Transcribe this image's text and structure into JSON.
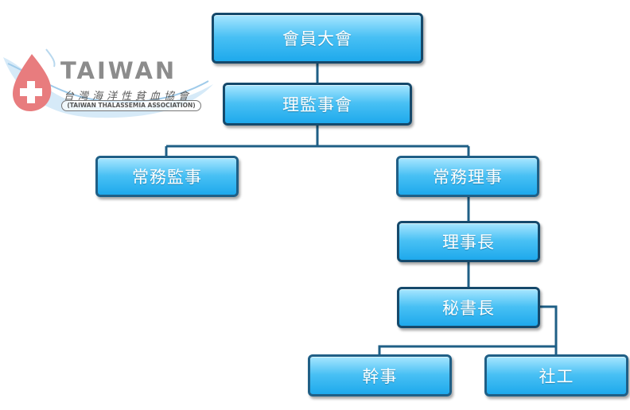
{
  "logo": {
    "title": "TAIWAN",
    "chinese_name": "台灣海洋性貧血協會",
    "english_name": "(TAIWAN THALASSEMIA ASSOCIATION)"
  },
  "org_chart": {
    "general_assembly": "會員大會",
    "board": "理監事會",
    "standing_supervisor": "常務監事",
    "standing_director": "常務理事",
    "chairman": "理事長",
    "secretary_general": "秘書長",
    "staff": "幹事",
    "social_worker": "社工"
  },
  "colors": {
    "box_fill_top": "#a7e6ff",
    "box_fill_bottom": "#1ea9ec",
    "box_border": "#1f5f86",
    "connector": "#1f5f86",
    "logo_drop": "#e87c7e"
  }
}
